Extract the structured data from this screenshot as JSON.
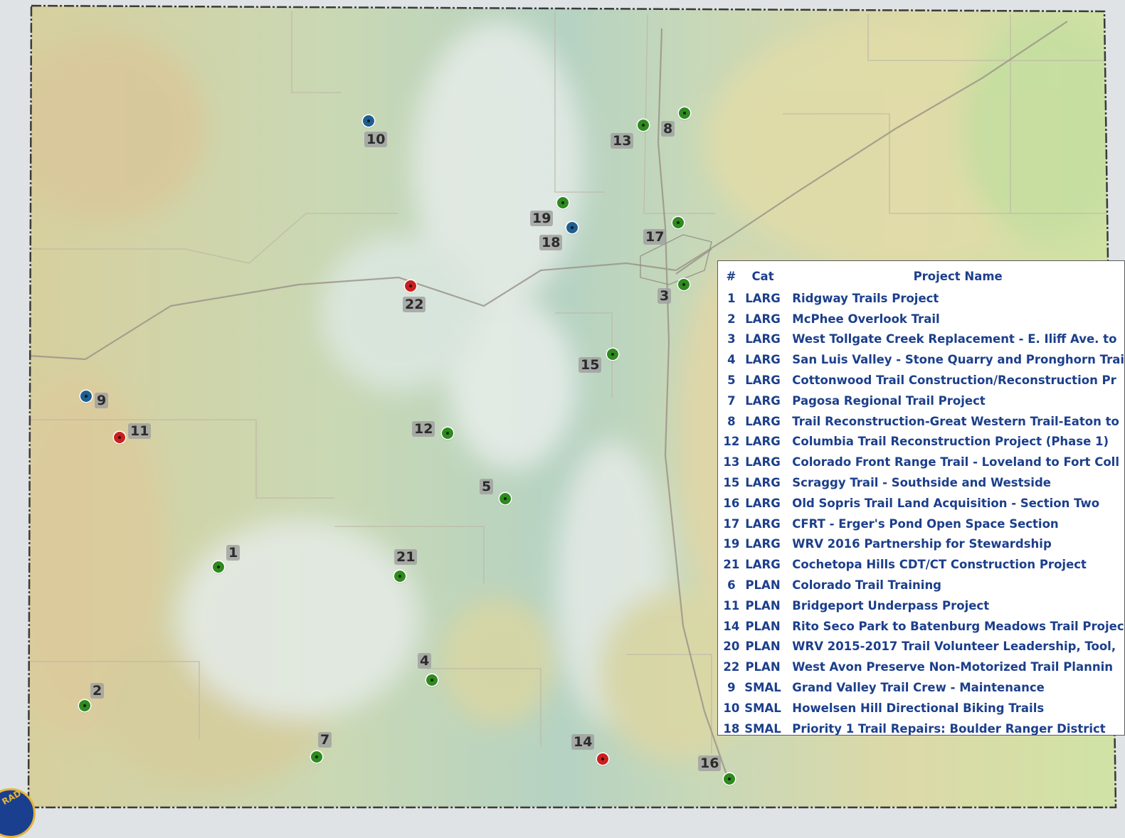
{
  "colors": {
    "larg": "#2f8a1f",
    "plan": "#c9201f",
    "smal": "#1f5f8f",
    "legend_text": "#1c3f8c"
  },
  "markers": [
    {
      "id": "1",
      "cat": "LARG",
      "label": "1"
    },
    {
      "id": "2",
      "cat": "LARG",
      "label": "2"
    },
    {
      "id": "3",
      "cat": "LARG",
      "label": "3"
    },
    {
      "id": "4",
      "cat": "LARG",
      "label": "4"
    },
    {
      "id": "5",
      "cat": "LARG",
      "label": "5"
    },
    {
      "id": "7",
      "cat": "LARG",
      "label": "7"
    },
    {
      "id": "8",
      "cat": "LARG",
      "label": "8"
    },
    {
      "id": "9",
      "cat": "SMAL",
      "label": "9"
    },
    {
      "id": "10",
      "cat": "SMAL",
      "label": "10"
    },
    {
      "id": "11",
      "cat": "PLAN",
      "label": "11"
    },
    {
      "id": "12",
      "cat": "LARG",
      "label": "12"
    },
    {
      "id": "13",
      "cat": "LARG",
      "label": "13"
    },
    {
      "id": "14",
      "cat": "PLAN",
      "label": "14"
    },
    {
      "id": "15",
      "cat": "LARG",
      "label": "15"
    },
    {
      "id": "16",
      "cat": "LARG",
      "label": "16"
    },
    {
      "id": "17",
      "cat": "LARG",
      "label": "17"
    },
    {
      "id": "18",
      "cat": "SMAL",
      "label": "18"
    },
    {
      "id": "19",
      "cat": "LARG",
      "label": "19"
    },
    {
      "id": "21",
      "cat": "LARG",
      "label": "21"
    },
    {
      "id": "22",
      "cat": "PLAN",
      "label": "22"
    }
  ],
  "legend": {
    "headers": {
      "num": "#",
      "cat": "Cat",
      "name": "Project Name"
    },
    "rows": [
      {
        "num": "1",
        "cat": "LARG",
        "name": "Ridgway Trails Project"
      },
      {
        "num": "2",
        "cat": "LARG",
        "name": "McPhee Overlook Trail"
      },
      {
        "num": "3",
        "cat": "LARG",
        "name": "West Tollgate Creek Replacement - E. Iliff Ave. to"
      },
      {
        "num": "4",
        "cat": "LARG",
        "name": "San Luis Valley - Stone Quarry and Pronghorn Trai"
      },
      {
        "num": "5",
        "cat": "LARG",
        "name": "Cottonwood Trail Construction/Reconstruction Pr"
      },
      {
        "num": "7",
        "cat": "LARG",
        "name": "Pagosa Regional Trail Project"
      },
      {
        "num": "8",
        "cat": "LARG",
        "name": "Trail Reconstruction-Great Western Trail-Eaton to"
      },
      {
        "num": "12",
        "cat": "LARG",
        "name": "Columbia Trail Reconstruction Project (Phase 1)"
      },
      {
        "num": "13",
        "cat": "LARG",
        "name": "Colorado Front Range Trail - Loveland to Fort Coll"
      },
      {
        "num": "15",
        "cat": "LARG",
        "name": "Scraggy Trail - Southside and Westside"
      },
      {
        "num": "16",
        "cat": "LARG",
        "name": "Old Sopris Trail Land Acquisition - Section Two"
      },
      {
        "num": "17",
        "cat": "LARG",
        "name": "CFRT - Erger's Pond Open Space Section"
      },
      {
        "num": "19",
        "cat": "LARG",
        "name": "WRV 2016 Partnership for Stewardship"
      },
      {
        "num": "21",
        "cat": "LARG",
        "name": "Cochetopa Hills CDT/CT Construction Project"
      },
      {
        "num": "6",
        "cat": "PLAN",
        "name": "Colorado Trail Training"
      },
      {
        "num": "11",
        "cat": "PLAN",
        "name": "Bridgeport Underpass Project"
      },
      {
        "num": "14",
        "cat": "PLAN",
        "name": "Rito Seco Park to Batenburg Meadows Trail Projec"
      },
      {
        "num": "20",
        "cat": "PLAN",
        "name": "WRV 2015-2017 Trail Volunteer Leadership, Tool,"
      },
      {
        "num": "22",
        "cat": "PLAN",
        "name": "West Avon Preserve Non-Motorized Trail Plannin"
      },
      {
        "num": "9",
        "cat": "SMAL",
        "name": "Grand Valley Trail Crew - Maintenance"
      },
      {
        "num": "10",
        "cat": "SMAL",
        "name": "Howelsen Hill Directional Biking Trails"
      },
      {
        "num": "18",
        "cat": "SMAL",
        "name": "Priority 1 Trail Repairs: Boulder Ranger District"
      }
    ]
  },
  "logo": {
    "text": "RAD"
  }
}
